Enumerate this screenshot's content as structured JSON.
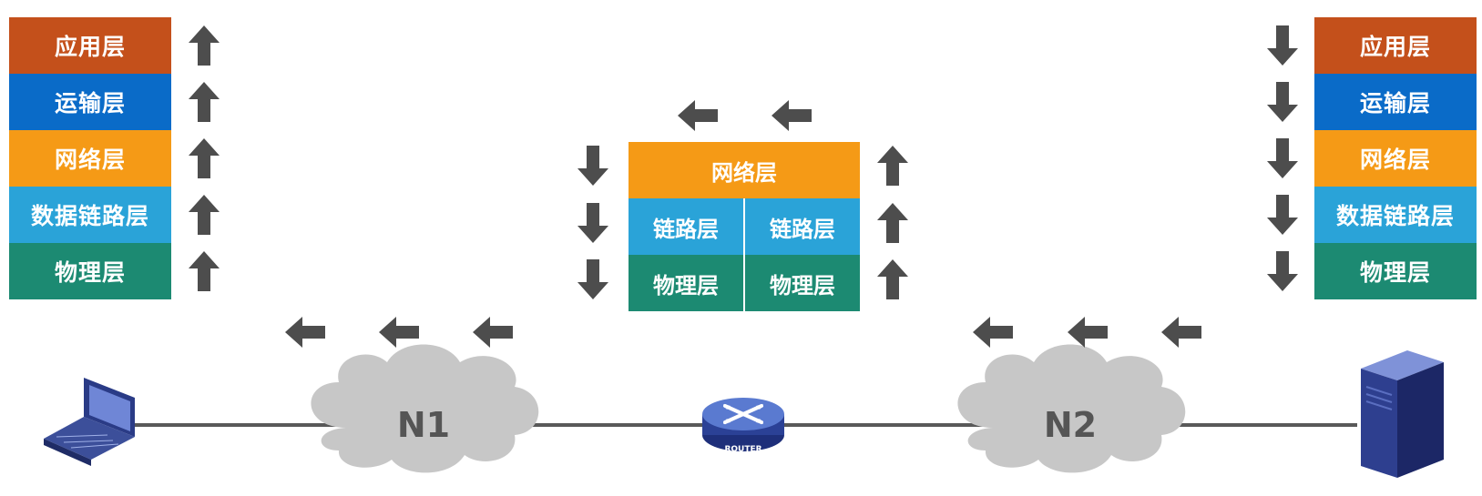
{
  "colors": {
    "app": "#c4501b",
    "transport": "#0a6bc8",
    "network": "#f59a16",
    "datalink": "#2aa3d8",
    "physical": "#1c8a72",
    "arrow": "#4d4d4d",
    "cloud": "#c7c7c7",
    "line": "#595959"
  },
  "left_stack": [
    "应用层",
    "运输层",
    "网络层",
    "数据链路层",
    "物理层"
  ],
  "right_stack": [
    "应用层",
    "运输层",
    "网络层",
    "数据链路层",
    "物理层"
  ],
  "router_stack": {
    "network": "网络层",
    "link_left": "链路层",
    "link_right": "链路层",
    "phys_left": "物理层",
    "phys_right": "物理层"
  },
  "networks": {
    "n1": "N1",
    "n2": "N2"
  },
  "router_label": "ROUTER",
  "icons": [
    "laptop-icon",
    "cloud-icon",
    "router-icon",
    "server-icon",
    "arrow-up-icon",
    "arrow-down-icon",
    "arrow-left-icon"
  ]
}
